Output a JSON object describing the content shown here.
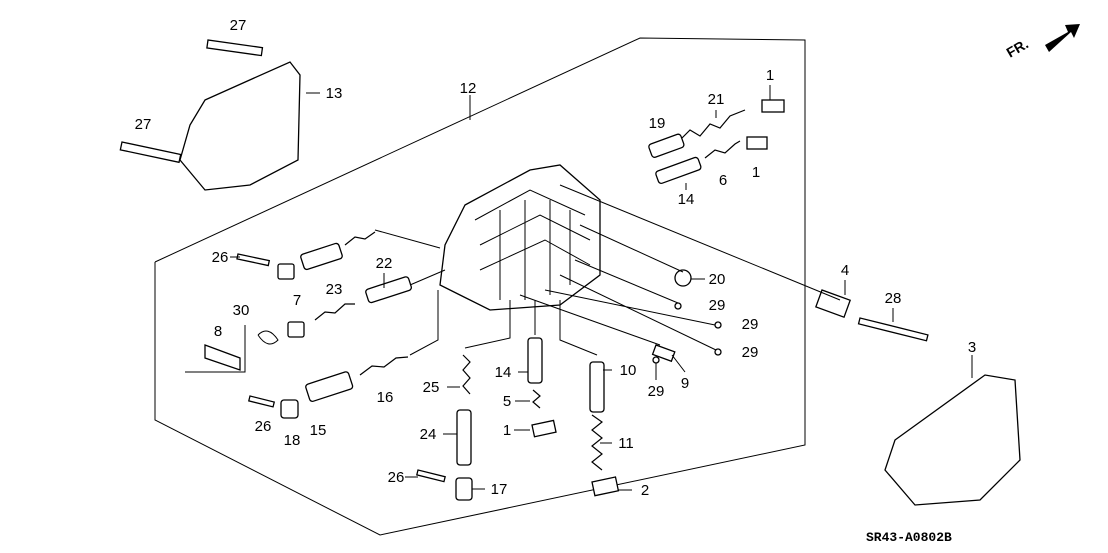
{
  "diagram": {
    "callouts": [
      "27",
      "13",
      "27",
      "12",
      "1",
      "21",
      "19",
      "1",
      "6",
      "14",
      "26",
      "20",
      "22",
      "4",
      "28",
      "29",
      "29",
      "29",
      "23",
      "30",
      "7",
      "8",
      "3",
      "14",
      "10",
      "25",
      "16",
      "9",
      "29",
      "5",
      "1",
      "11",
      "24",
      "26",
      "18",
      "15",
      "26",
      "17",
      "2"
    ],
    "drawing_code": "SR43-A0802B",
    "direction_label": "FR."
  }
}
